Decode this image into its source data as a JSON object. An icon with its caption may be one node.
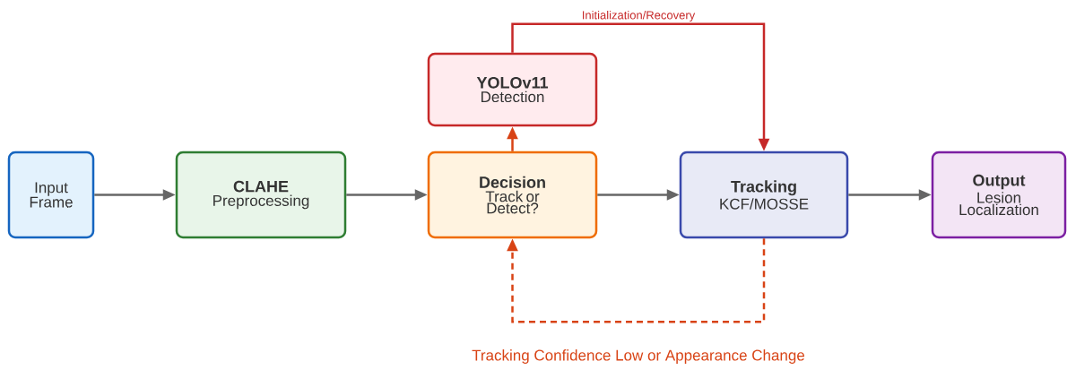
{
  "diagram": {
    "nodes": [
      {
        "text": [
          "Input Frame"
        ]
      },
      {
        "text": [
          "CLAHE",
          "Preprocessing"
        ]
      },
      {
        "text": [
          "YOLOv11",
          "Detection"
        ]
      },
      {
        "text": [
          "Decision",
          "Track or Detect?"
        ]
      },
      {
        "text": [
          "Tracking",
          "KCF/MOSSE"
        ]
      },
      {
        "text": [
          "Output",
          "Lesion Localization"
        ]
      }
    ],
    "edges": [
      {
        "from": 0,
        "to": 1,
        "arrow": "to"
      },
      {
        "from": 1,
        "to": 3,
        "arrow": "to"
      },
      {
        "from": 3,
        "to": 2,
        "arrow": "to",
        "color": "#d84315"
      },
      {
        "from": 3,
        "to": 4,
        "arrow": "to"
      },
      {
        "from": 4,
        "to": 5,
        "arrow": "to"
      },
      {
        "from": 2,
        "to": 4,
        "arrow": "to",
        "label": "Initialization/Recovery",
        "color": "#c62828"
      },
      {
        "from": 4,
        "to": 3,
        "arrow": "to",
        "label": "Tracking Confidence Low or Appearance Change",
        "style": "dashed",
        "color": "#d84315"
      }
    ]
  }
}
